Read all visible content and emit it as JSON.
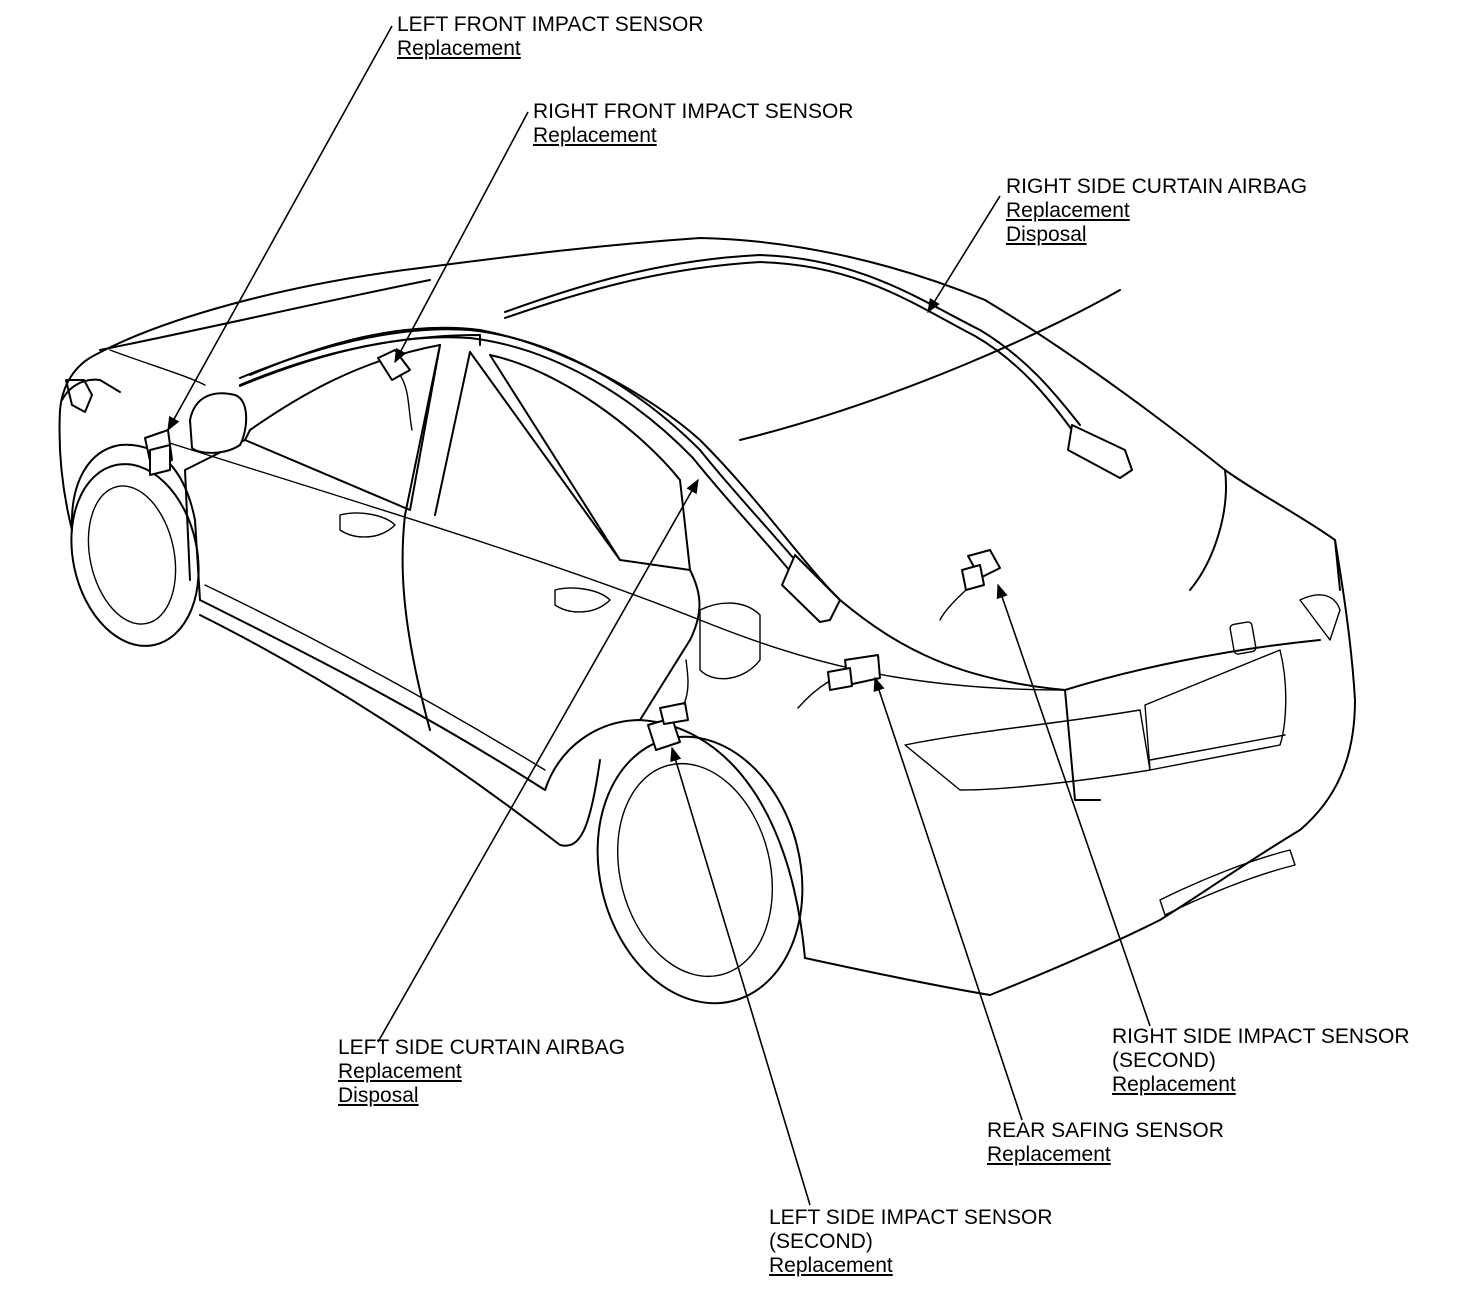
{
  "callouts": {
    "left_front_impact": {
      "title": "LEFT FRONT IMPACT SENSOR",
      "links": [
        "Replacement"
      ]
    },
    "right_front_impact": {
      "title": "RIGHT FRONT IMPACT SENSOR",
      "links": [
        "Replacement"
      ]
    },
    "right_side_curtain": {
      "title": "RIGHT SIDE CURTAIN AIRBAG",
      "links": [
        "Replacement",
        "Disposal"
      ]
    },
    "left_side_curtain": {
      "title": "LEFT SIDE CURTAIN AIRBAG",
      "links": [
        "Replacement",
        "Disposal"
      ]
    },
    "right_side_impact_second": {
      "title": "RIGHT SIDE IMPACT SENSOR",
      "subtitle": "(SECOND)",
      "links": [
        "Replacement"
      ]
    },
    "rear_safing": {
      "title": "REAR SAFING SENSOR",
      "links": [
        "Replacement"
      ]
    },
    "left_side_impact_second": {
      "title": "LEFT SIDE IMPACT SENSOR",
      "subtitle": "(SECOND)",
      "links": [
        "Replacement"
      ]
    }
  }
}
